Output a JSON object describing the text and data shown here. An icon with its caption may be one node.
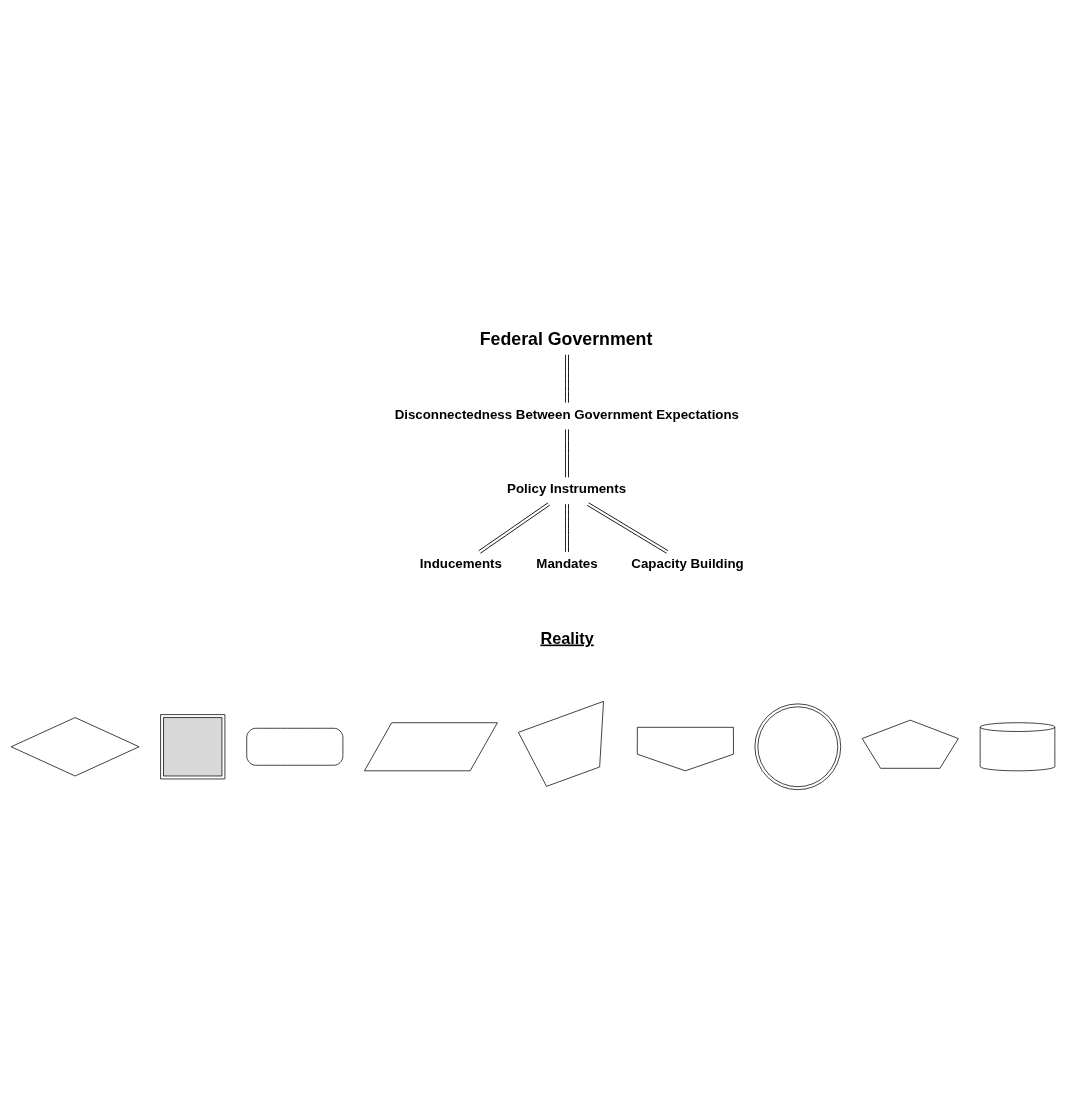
{
  "diagram": {
    "nodes": [
      {
        "text": [
          "Federal Government"
        ]
      },
      {
        "text": [
          "Disconnectedness Between Government Expectations"
        ]
      },
      {
        "text": [
          "Policy Instruments"
        ]
      },
      {
        "text": [
          "Inducements"
        ]
      },
      {
        "text": [
          "Mandates"
        ]
      },
      {
        "text": [
          "Capacity Building"
        ]
      },
      {
        "text": [],
        "shape": "diamond"
      },
      {
        "text": [],
        "shape": "square"
      },
      {
        "text": [],
        "shape": "box"
      },
      {
        "text": [],
        "shape": "parallelogram"
      },
      {
        "text": [],
        "shape": "quadrilateral"
      },
      {
        "text": [],
        "shape": "arch"
      },
      {
        "text": [],
        "shape": "ring"
      },
      {
        "text": [],
        "shape": "pentagon"
      },
      {
        "text": [],
        "shape": "cylinder"
      }
    ],
    "edges": [
      {
        "from": 0,
        "to": 1,
        "arrow": "none"
      },
      {
        "from": 1,
        "to": 2,
        "arrow": "none"
      },
      {
        "from": 2,
        "to": 3,
        "arrow": "none"
      },
      {
        "from": 2,
        "to": 4,
        "arrow": "none"
      },
      {
        "from": 2,
        "to": 5,
        "arrow": "none"
      }
    ],
    "labels": [
      "Reality"
    ]
  }
}
